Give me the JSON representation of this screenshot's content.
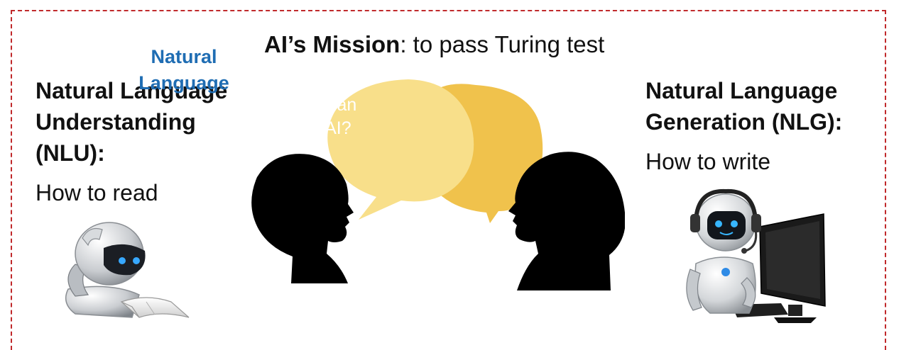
{
  "mission": {
    "bold": "AI’s Mission",
    "rest": ": to pass Turing test"
  },
  "nlu": {
    "title": "Natural Language\nUnderstanding\n(NLU):",
    "subtitle": "How to read"
  },
  "nlg": {
    "title": "Natural Language\nGeneration (NLG):",
    "subtitle": "How to write"
  },
  "speech_bubble": {
    "text": "Natural\nLanguage"
  },
  "listener_head": {
    "text": "Human\nor AI?"
  },
  "colors": {
    "frame_border": "#c0292b",
    "bubble_front": "#f8df8a",
    "bubble_back": "#f0c24c",
    "bubble_text": "#1f6db3",
    "head_fill": "#000000"
  },
  "icons": {
    "reading_robot": "robot-reading-book-icon",
    "writing_robot": "robot-with-headset-at-computer-icon"
  }
}
